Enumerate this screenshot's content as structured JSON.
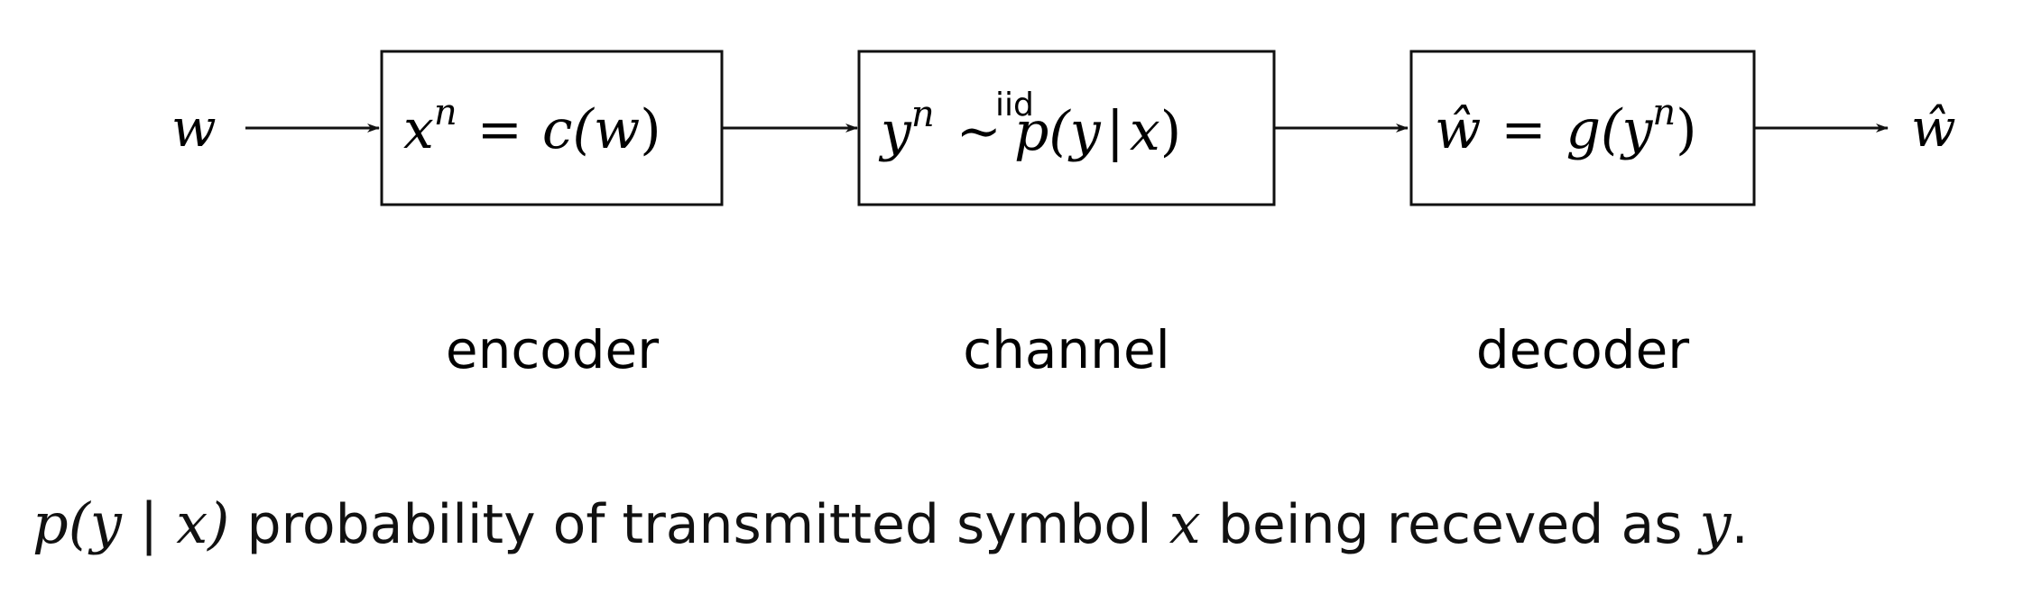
{
  "diagram": {
    "input_symbol": "w",
    "output_symbol": "ŵ",
    "blocks": [
      {
        "label": "encoder",
        "formula_parts": {
          "lhs_var": "x",
          "lhs_sup": "n",
          "op": "=",
          "func": "c(",
          "arg": "w",
          "close": ")"
        }
      },
      {
        "label": "channel",
        "formula_parts": {
          "lhs_var": "y",
          "lhs_sup": "n",
          "over": "iid",
          "op": "∼",
          "func": "p(",
          "arg1": "y",
          "bar": "|",
          "arg2": "x",
          "close": ")"
        }
      },
      {
        "label": "decoder",
        "formula_parts": {
          "lhs_var": "ŵ",
          "op": "=",
          "func": "g(",
          "arg": "y",
          "arg_sup": "n",
          "close": ")"
        }
      }
    ]
  },
  "caption": {
    "formula": "p(y | x)",
    "text_1": " probability of transmitted symbol ",
    "sym_x": "x",
    "text_2": " being receved as ",
    "sym_y": "y",
    "text_3": "."
  }
}
